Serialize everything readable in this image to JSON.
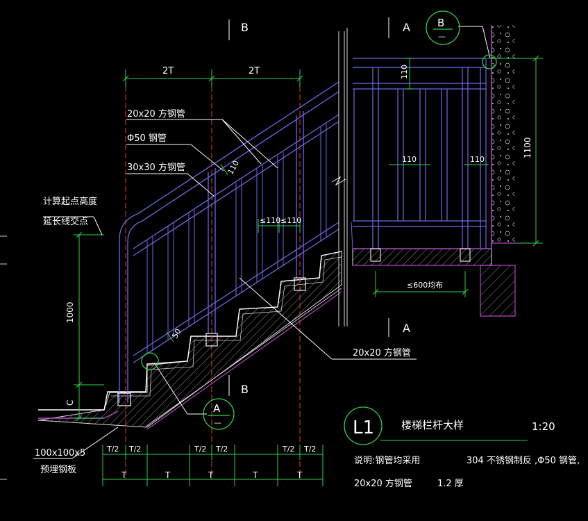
{
  "colors": {
    "background": "#000000",
    "railing": "#6a6ae8",
    "centerline": "#e8383f",
    "dimension": "#2fd24a",
    "wall": "#b246c4",
    "label": "#ffffff",
    "leader": "#ffffff"
  },
  "section_marks": {
    "b_top": "B",
    "a_top": "A",
    "a_bottom": "A",
    "b_bottom": "B"
  },
  "callouts": {
    "top_circle_letter": "B",
    "bottom_circle_letter": "A",
    "circle_sub_mark": "—"
  },
  "dimensions": {
    "top_left": "2T",
    "top_right": "2T",
    "vertical_110_top": "110",
    "gap_110_left": "110",
    "gap_110_right": "110",
    "height_1100": "1100",
    "height_1000": "1000",
    "height_c": "C",
    "slope_110": "110",
    "slope_50": "50",
    "gap_le110_a": "≤110",
    "gap_le110_b": "≤110",
    "spacing_600": "≤600均布",
    "half_tread": "T/2",
    "tread": "T"
  },
  "annotations": {
    "square_tube_20": "20x20  方钢管",
    "round_tube_50": "Φ50  钢管",
    "square_tube_30": "30x30  方钢管",
    "calc_height_line1": "计算起点高度",
    "calc_height_line2": "延长线交点",
    "square_tube_20_lower": "20x20  方钢管",
    "embedded_plate_line1": "100x100x5",
    "embedded_plate_line2": "预埋钢板"
  },
  "title_block": {
    "tag": "L1",
    "title": "楼梯栏杆大样",
    "scale": "1:20"
  },
  "notes": {
    "line1_a": "说明:钢管均采用",
    "line1_b": "304  不锈钢制反",
    "line1_c": ",Φ50   钢管,",
    "line2_a": "20x20  方钢管",
    "line2_b": "1.2  厚"
  }
}
